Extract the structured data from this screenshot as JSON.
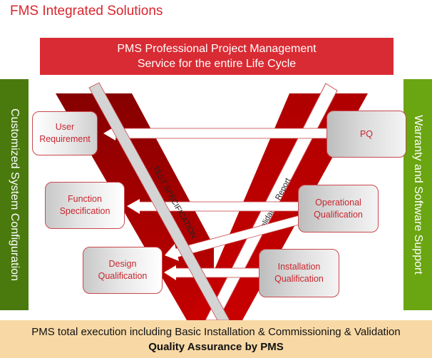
{
  "title": "FMS Integrated Solutions",
  "top_banner": {
    "line1": "PMS Professional Project Management",
    "line2": "Service for the entire Life Cycle"
  },
  "left_side": "Customized System Configuration",
  "right_side": "Warranty and Software Support",
  "left_boxes": [
    {
      "line1": "User",
      "line2": "Requirement"
    },
    {
      "line1": "Function",
      "line2": "Specification"
    },
    {
      "line1": "Design",
      "line2": "Qualification"
    }
  ],
  "right_boxes": [
    {
      "line1": "PQ",
      "line2": ""
    },
    {
      "line1": "Operational",
      "line2": "Qualification"
    },
    {
      "line1": "Installation",
      "line2": "Qualification"
    }
  ],
  "bands": {
    "test_spec": "TEST SPECIFICATION",
    "validation_report": "Validation Report"
  },
  "bottom_banner": {
    "line1": "PMS total execution including Basic Installation & Commissioning & Validation",
    "line2": "Quality Assurance by PMS"
  },
  "colors": {
    "title": "#d9262e",
    "v_dark": "#8b0000",
    "v_red": "#c00000",
    "left_green": "#4a7a0e",
    "right_green": "#6aa512",
    "bottom": "#f8d9a6"
  }
}
